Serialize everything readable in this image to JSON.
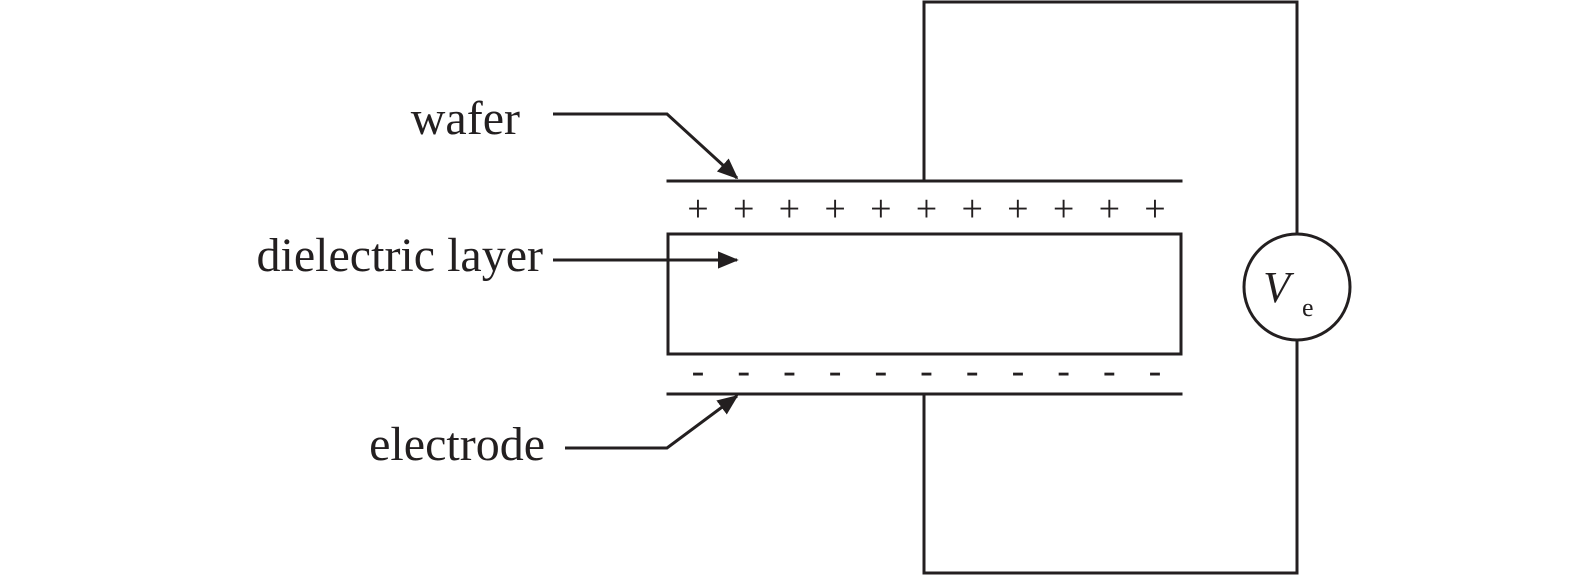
{
  "labels": {
    "wafer": "wafer",
    "dielectric": "dielectric layer",
    "electrode": "electrode",
    "voltage_symbol": "V",
    "voltage_subscript": "e"
  },
  "charges": {
    "positive_symbol": "+",
    "positive_count": 11,
    "negative_symbol": "-",
    "negative_count": 11
  },
  "icons": {
    "arrow": "arrow-icon",
    "voltmeter": "voltmeter-icon"
  },
  "colors": {
    "line": "#231f20",
    "background": "#ffffff"
  }
}
